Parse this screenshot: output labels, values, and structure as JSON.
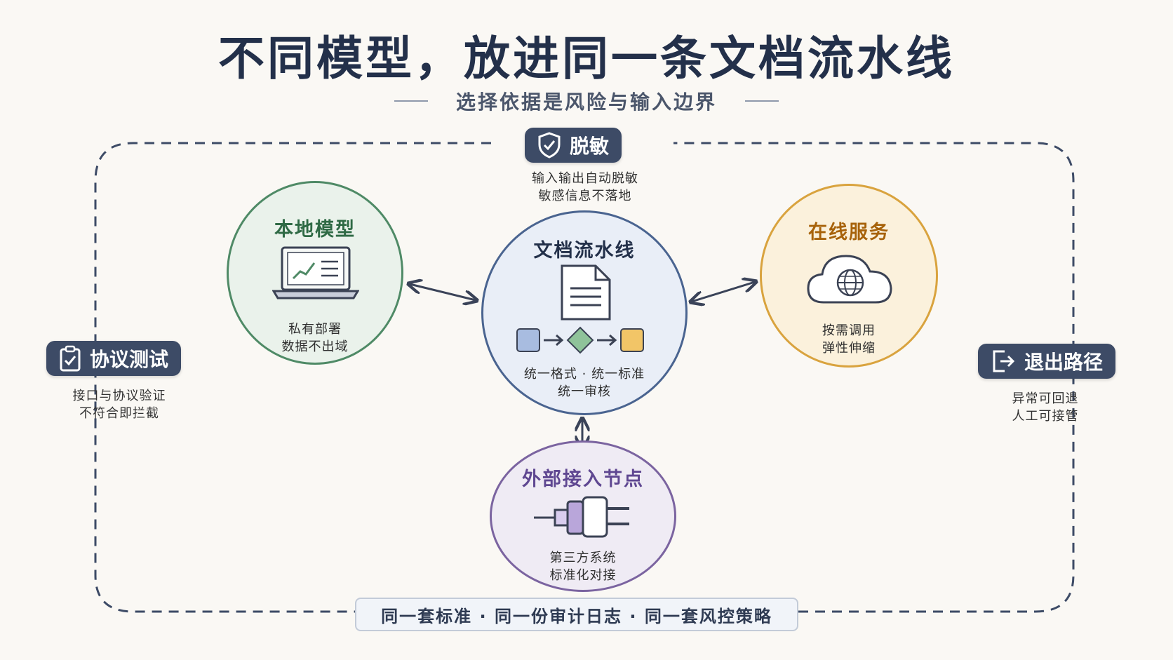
{
  "title": "不同模型，放进同一条文档流水线",
  "subtitle": "选择依据是风险与输入边界",
  "top_badge": {
    "label": "脱敏",
    "notes": [
      "输入输出自动脱敏",
      "敏感信息不落地"
    ],
    "icon": "shield-check-icon"
  },
  "left_badge": {
    "label": "协议测试",
    "notes": [
      "接口与协议验证",
      "不符合即拦截"
    ],
    "icon": "clipboard-check-icon"
  },
  "right_badge": {
    "label": "退出路径",
    "notes": [
      "异常可回退",
      "人工可接管"
    ],
    "icon": "exit-icon"
  },
  "nodes": {
    "local": {
      "title": "本地模型",
      "lines": [
        "私有部署",
        "数据不出域"
      ],
      "icon": "laptop-icon",
      "color": "#4f8a66"
    },
    "pipeline": {
      "title": "文档流水线",
      "lines": [
        "统一格式 · 统一标准",
        "统一审核"
      ],
      "icon": "document-icon",
      "color": "#4a6490"
    },
    "cloud": {
      "title": "在线服务",
      "lines": [
        "按需调用",
        "弹性伸缩"
      ],
      "icon": "cloud-globe-icon",
      "color": "#b56f10"
    },
    "external": {
      "title": "外部接入节点",
      "lines": [
        "第三方系统",
        "标准化对接"
      ],
      "icon": "plug-icon",
      "color": "#6a4f98"
    }
  },
  "bottom_bar": "同一套标准 · 同一份审计日志 · 同一套风控策略"
}
